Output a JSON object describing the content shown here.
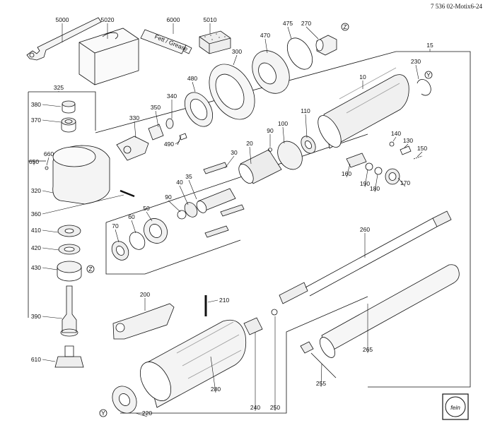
{
  "document": {
    "id": "7 536 02-Motix6-24"
  },
  "brand": {
    "logo_text": "fein"
  },
  "tube_label": "Fett / Grease",
  "markers": {
    "z": "Z",
    "y": "Y"
  },
  "parts": [
    "5000",
    "5020",
    "6000",
    "5010",
    "475",
    "270",
    "470",
    "300",
    "15",
    "230",
    "10",
    "325",
    "380",
    "370",
    "350",
    "340",
    "330",
    "480",
    "490",
    "110",
    "100",
    "90",
    "20",
    "30",
    "140",
    "130",
    "150",
    "660",
    "650",
    "320",
    "360",
    "35",
    "40",
    "90",
    "160",
    "190",
    "180",
    "170",
    "410",
    "70",
    "60",
    "50",
    "420",
    "430",
    "260",
    "390",
    "200",
    "210",
    "265",
    "610",
    "280",
    "255",
    "220",
    "240",
    "250"
  ]
}
